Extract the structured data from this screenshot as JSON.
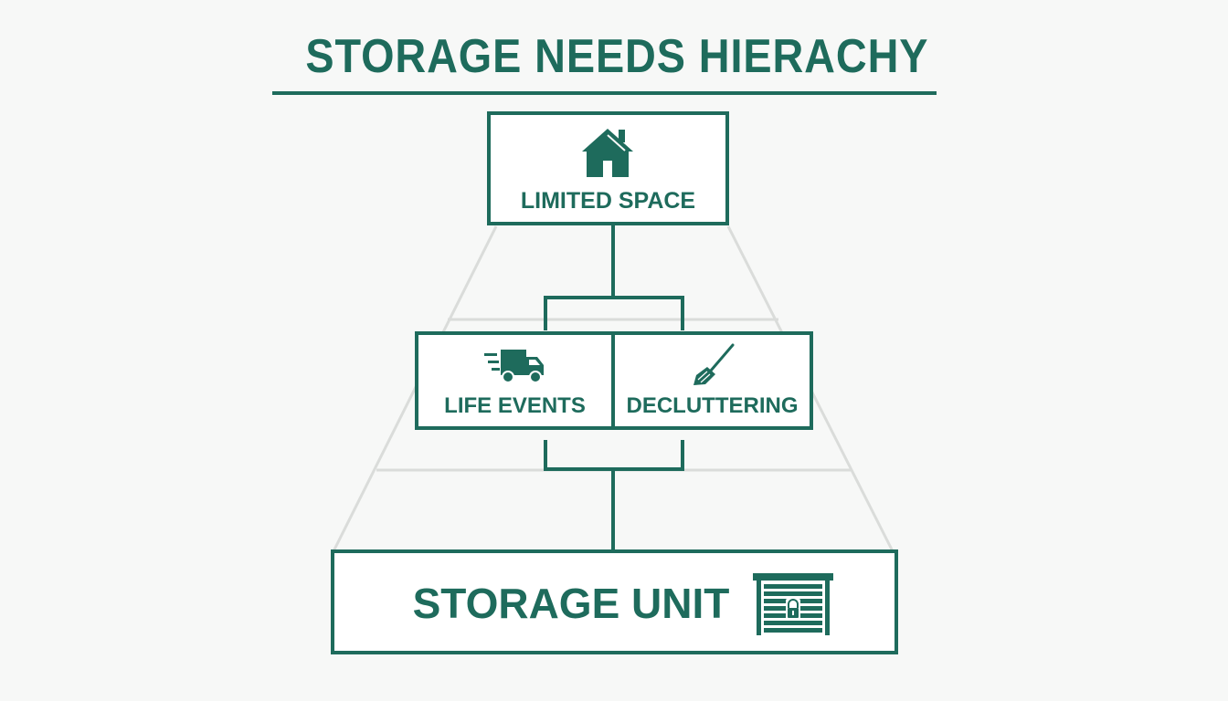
{
  "title": "STORAGE NEEDS HIERACHY",
  "colors": {
    "primary": "#1e6b5c",
    "guide_lines": "#dadcda",
    "background": "#f7f8f7"
  },
  "nodes": {
    "top": {
      "label": "LIMITED SPACE",
      "icon": "house-icon"
    },
    "middle_left": {
      "label": "LIFE EVENTS",
      "icon": "moving-truck-icon"
    },
    "middle_right": {
      "label": "DECLUTTERING",
      "icon": "broom-icon"
    },
    "bottom": {
      "label": "STORAGE UNIT",
      "icon": "storage-unit-door-icon"
    }
  }
}
